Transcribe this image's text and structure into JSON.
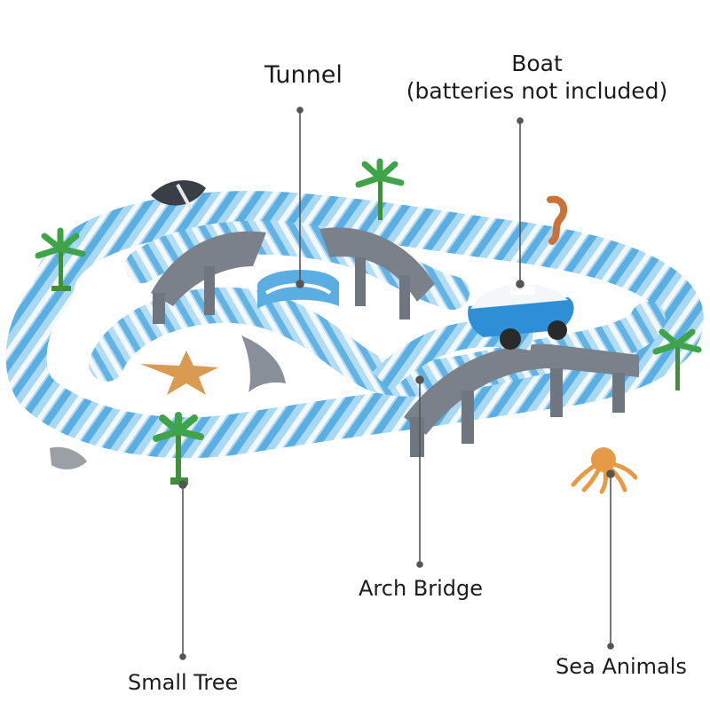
{
  "labels": {
    "tunnel": "Tunnel",
    "boat_line1": "Boat",
    "boat_line2": "(batteries not included)",
    "arch_bridge": "Arch Bridge",
    "small_tree": "Small Tree",
    "sea_animals": "Sea Animals"
  },
  "colors": {
    "track_blue": "#63b4e4",
    "track_light": "#a9d8f3",
    "track_white": "#f2f7fb",
    "bridge_gray": "#6f7680",
    "palm_green": "#3fa34a",
    "starfish": "#d99a52",
    "octopus": "#e79a45",
    "callout_line": "#555555"
  }
}
